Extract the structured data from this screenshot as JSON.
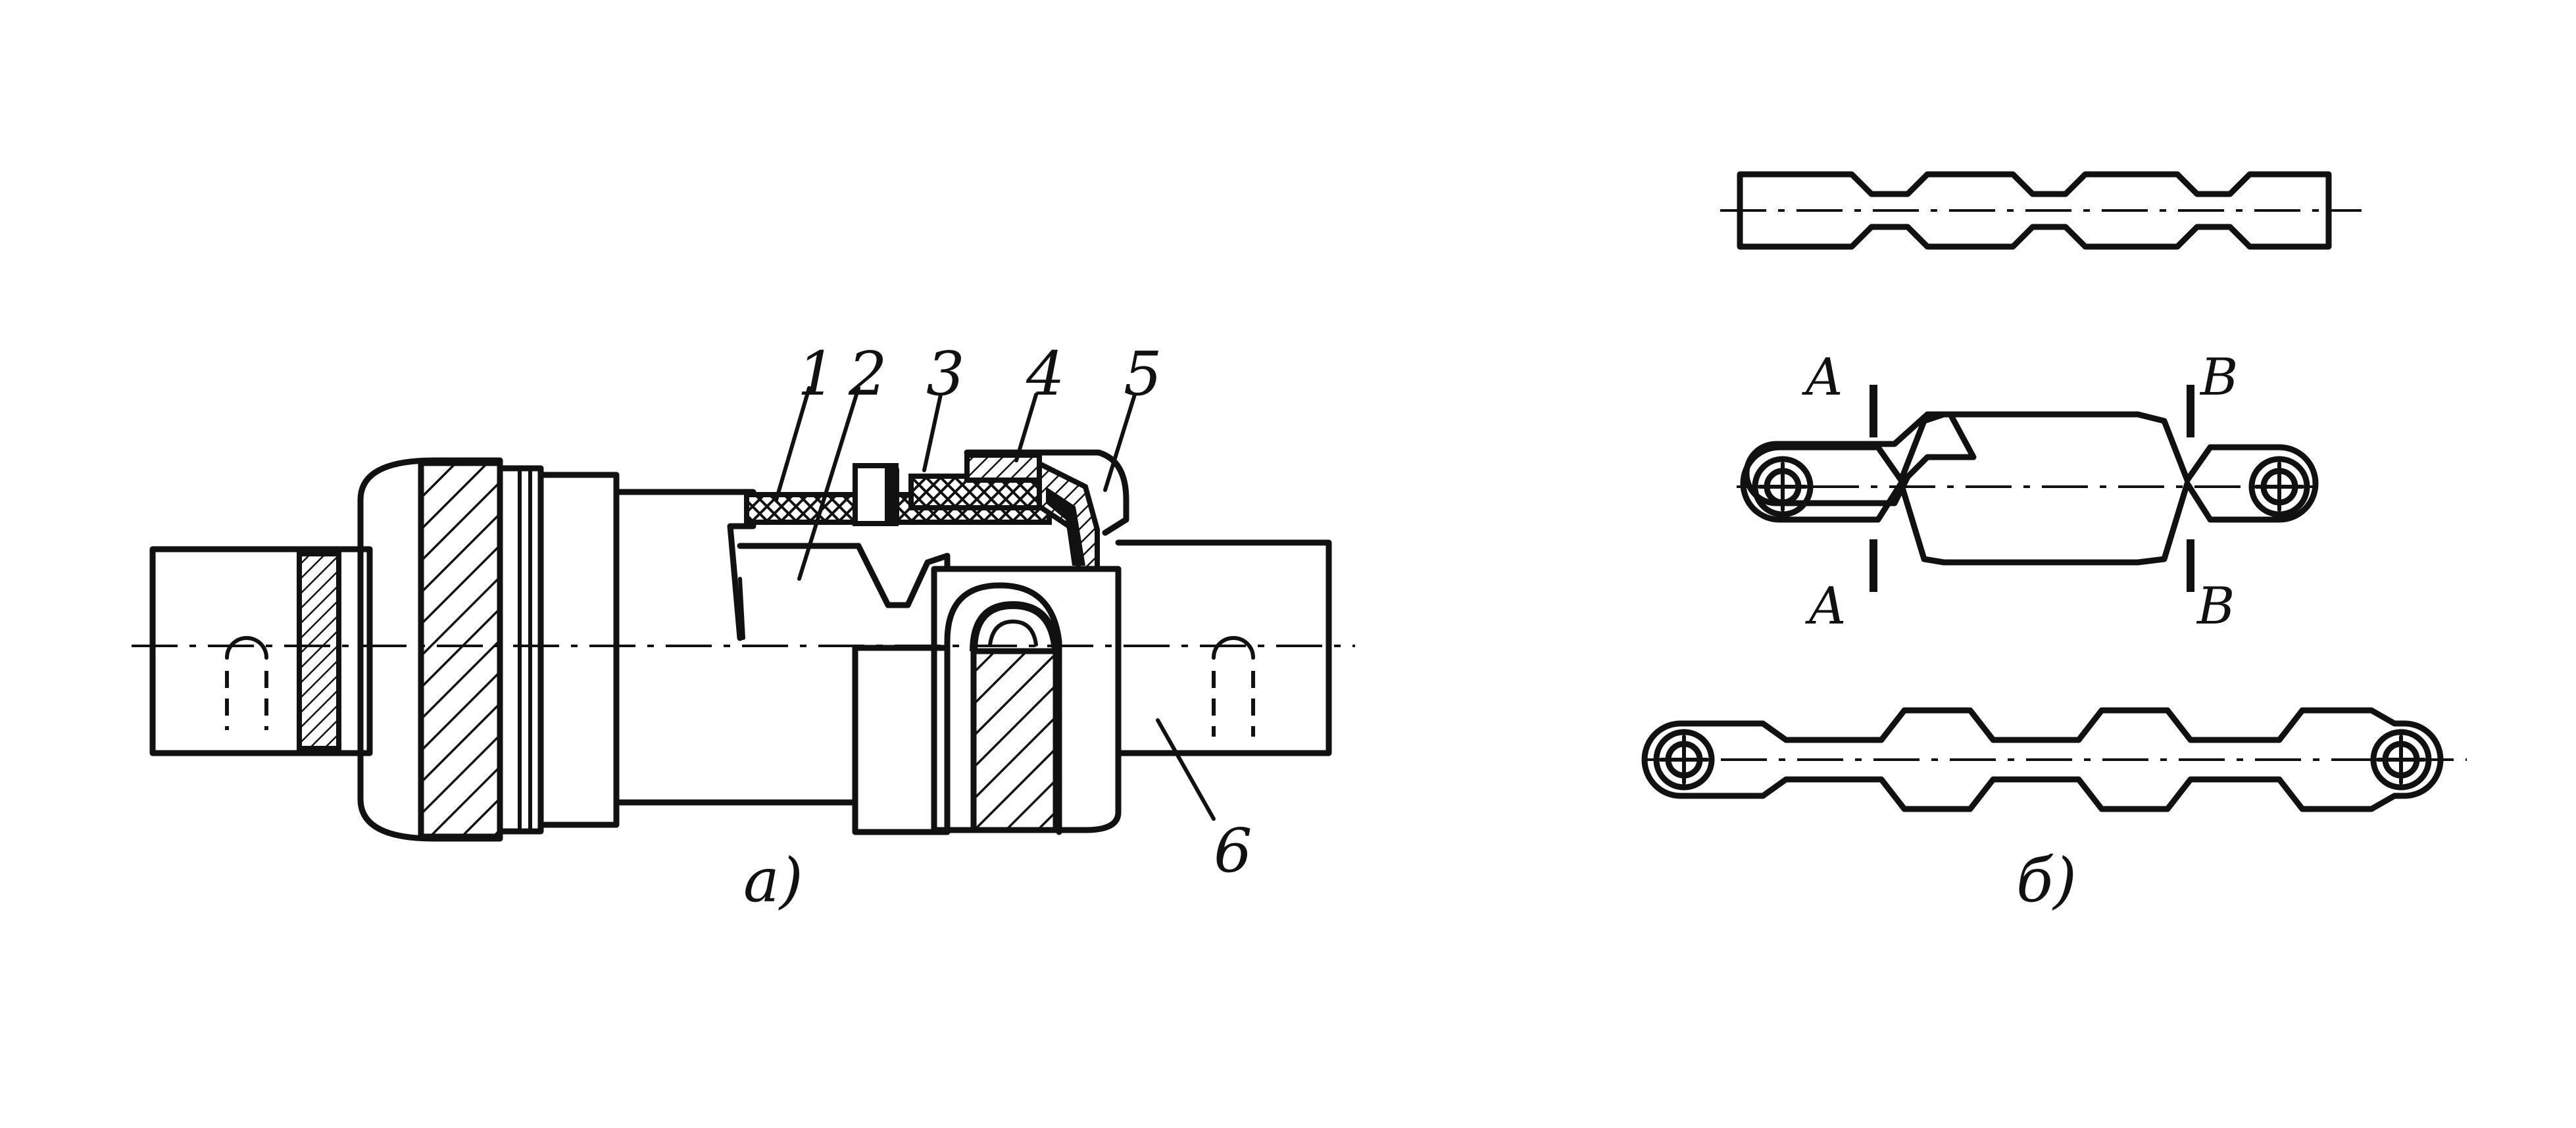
{
  "diagram": {
    "left_view": {
      "caption": "а)",
      "part_numbers": [
        "1",
        "2",
        "3",
        "4",
        "5",
        "6"
      ]
    },
    "right_view": {
      "caption": "б)",
      "section_labels": {
        "left_top": "A",
        "left_bottom": "A",
        "right_top": "B",
        "right_bottom": "B"
      }
    }
  },
  "colors": {
    "ink": "#111111",
    "paper": "#ffffff"
  }
}
